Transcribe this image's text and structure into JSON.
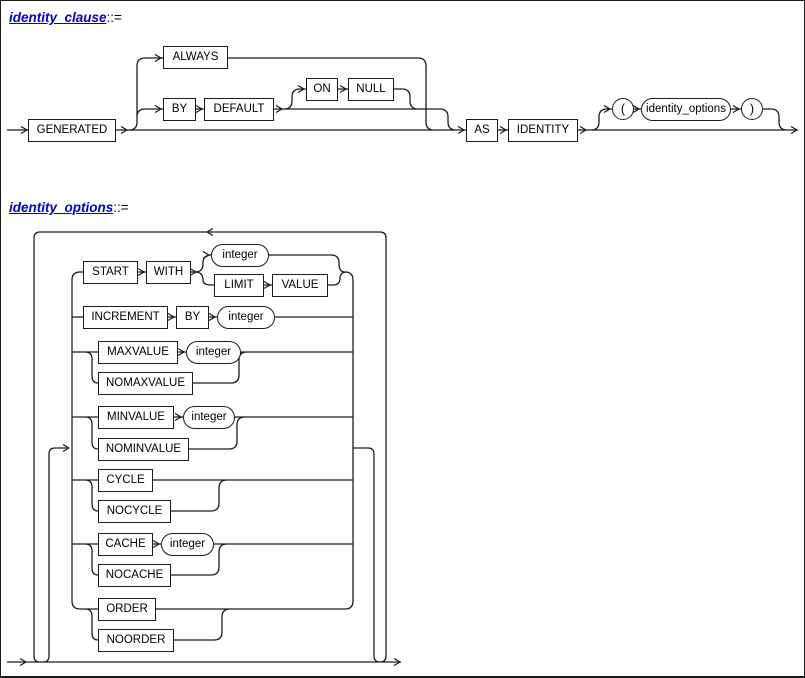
{
  "colors": {
    "link": "#0000cc",
    "line": "#1c1c1c",
    "text": "#000000",
    "background": "#ffffff"
  },
  "d1": {
    "title": "identity_clause",
    "suffix": "::=",
    "generated": "GENERATED",
    "always": "ALWAYS",
    "by": "BY",
    "default": "DEFAULT",
    "on": "ON",
    "null": "NULL",
    "as": "AS",
    "identity": "IDENTITY",
    "lparen": "(",
    "identity_options": "identity_options",
    "rparen": ")"
  },
  "d2": {
    "title": "identity_options",
    "suffix": "::=",
    "start": "START",
    "with": "WITH",
    "integer": "integer",
    "limit": "LIMIT",
    "value": "VALUE",
    "increment": "INCREMENT",
    "by": "BY",
    "maxvalue": "MAXVALUE",
    "nomaxvalue": "NOMAXVALUE",
    "minvalue": "MINVALUE",
    "nominvalue": "NOMINVALUE",
    "cycle": "CYCLE",
    "nocycle": "NOCYCLE",
    "cache": "CACHE",
    "nocache": "NOCACHE",
    "order": "ORDER",
    "noorder": "NOORDER"
  }
}
